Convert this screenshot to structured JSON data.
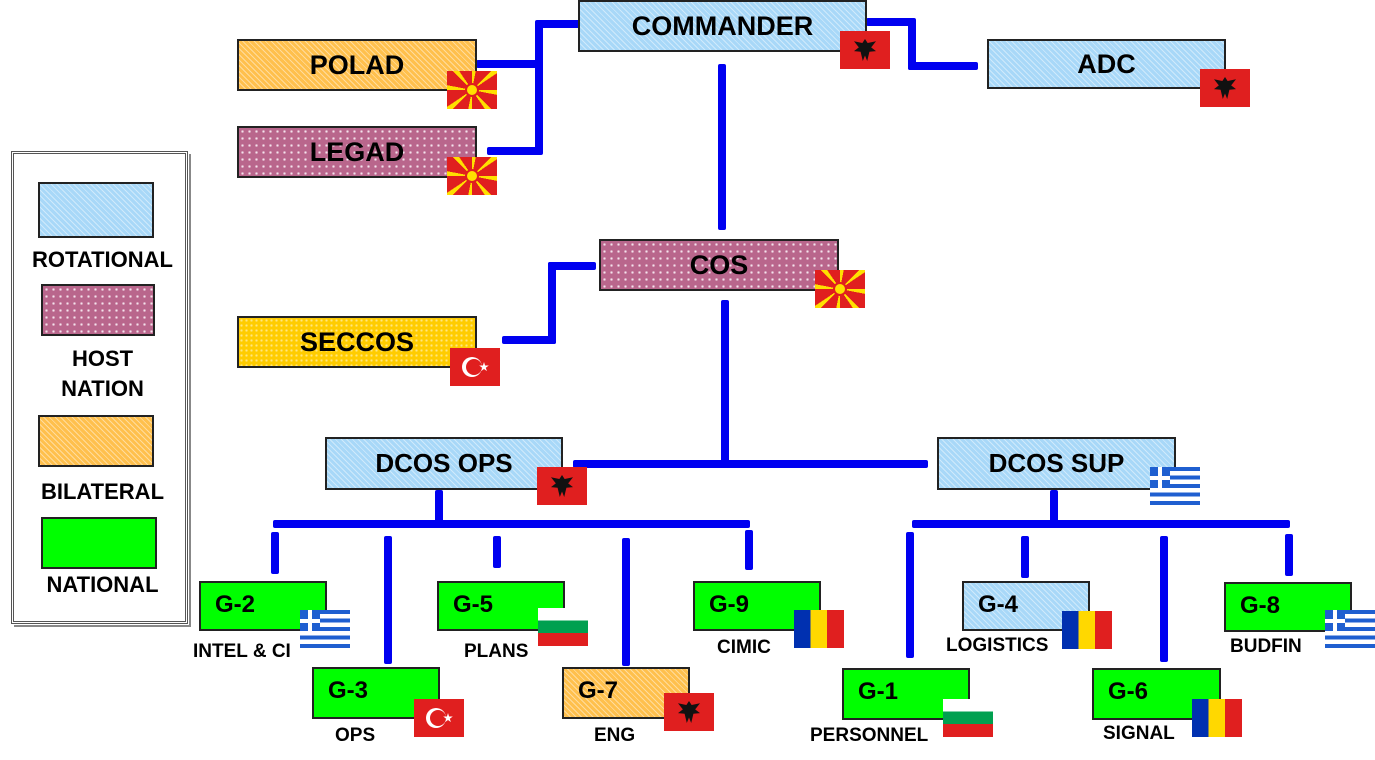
{
  "nodes": {
    "commander": "COMMANDER",
    "polad": "POLAD",
    "legad": "LEGAD",
    "adc": "ADC",
    "cos": "COS",
    "seccos": "SECCOS",
    "dcos_ops": "DCOS OPS",
    "dcos_sup": "DCOS SUP",
    "g2": "G-2",
    "g3": "G-3",
    "g5": "G-5",
    "g7": "G-7",
    "g9": "G-9",
    "g1": "G-1",
    "g4": "G-4",
    "g6": "G-6",
    "g8": "G-8"
  },
  "subs": {
    "g2": "INTEL & CI",
    "g3": "OPS",
    "g5": "PLANS",
    "g7": "ENG",
    "g9": "CIMIC",
    "g1": "PERSONNEL",
    "g4": "LOGISTICS",
    "g6": "SIGNAL",
    "g8": "BUDFIN"
  },
  "flags": {
    "commander": "albania-flag",
    "adc": "albania-flag",
    "polad": "north-macedonia-flag",
    "legad": "north-macedonia-flag",
    "cos": "north-macedonia-flag",
    "seccos": "turkey-flag",
    "dcos_ops": "albania-flag",
    "dcos_sup": "greece-flag",
    "g2": "greece-flag",
    "g3": "turkey-flag",
    "g5": "bulgaria-flag",
    "g7": "albania-flag",
    "g9": "romania-flag",
    "g1": "bulgaria-flag",
    "g4": "romania-flag",
    "g6": "romania-flag",
    "g8": "greece-flag"
  },
  "legend": {
    "rotational": "ROTATIONAL",
    "host_nation_1": "HOST",
    "host_nation_2": "NATION",
    "bilateral": "BILATERAL",
    "national": "NATIONAL"
  },
  "colors": {
    "connector": "#0000f0",
    "rotational": "#a8d8f8",
    "host_nation": "#b9668c",
    "bilateral": "#ffc04d",
    "national": "#00ff00"
  }
}
